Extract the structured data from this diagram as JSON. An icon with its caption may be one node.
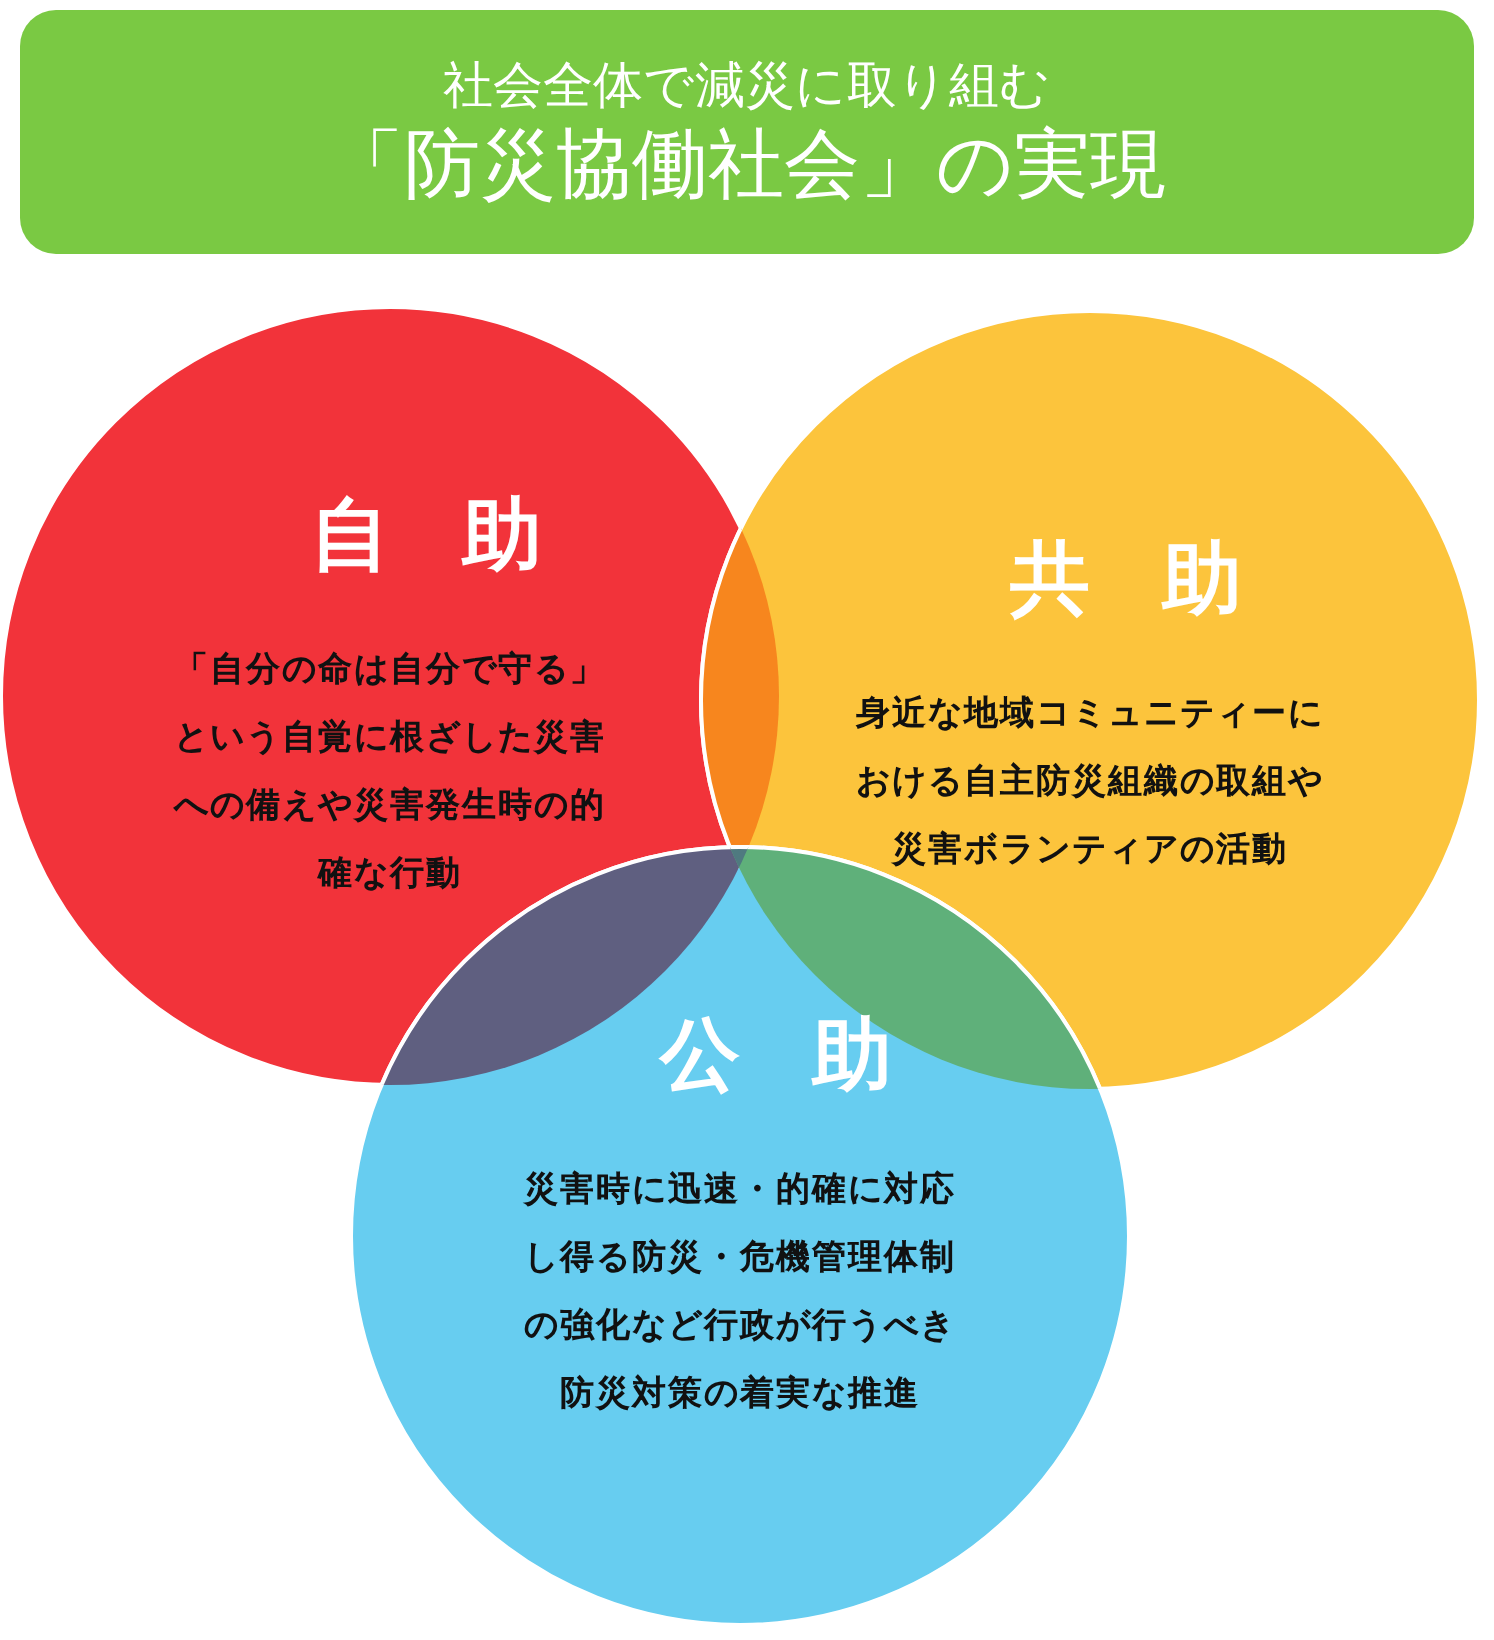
{
  "diagram": {
    "nodes": [
      {
        "text": [
          "社会全体で減災に取り組む",
          "「防災協働社会」の実現"
        ]
      },
      {
        "text": [
          "自助",
          "「自分の命は自分で守る」という自覚に根ざした災害への備えや災害発生時の的確な行動"
        ]
      },
      {
        "text": [
          "共助",
          "身近な地域コミュニティーにおける自主防災組織の取組や災害ボランティアの活動"
        ]
      },
      {
        "text": [
          "公助",
          "災害時に迅速・的確に対応し得る防災・危機管理体制の強化など行政が行うべき防災対策の着実な推進"
        ]
      }
    ]
  }
}
